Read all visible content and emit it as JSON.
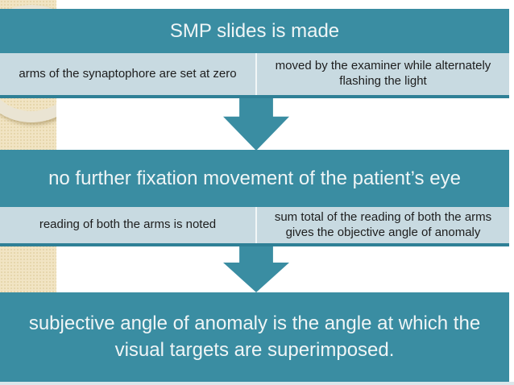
{
  "slide": {
    "flow_boxes": [
      {
        "title": "SMP slides is made",
        "cells": [
          "arms of the synaptophore are set at zero",
          "moved by the examiner while alternately flashing the light"
        ]
      },
      {
        "title": "no further fixation movement of the patient’s eye",
        "cells": [
          "reading of both the arms is noted",
          "sum total of the reading of both the arms gives the objective angle of anomaly"
        ]
      },
      {
        "title": "subjective angle of anomaly is the angle at which the visual targets are superimposed."
      }
    ],
    "colors": {
      "teal": "#3a8da2",
      "teal_border": "#2f8096",
      "cell_blue": "#c8dae1",
      "beige": "#f1e4c3",
      "beige_dot": "#e3d2a4",
      "ring": "#eae4d3",
      "bottom_strip": "#dbe7eb"
    }
  }
}
